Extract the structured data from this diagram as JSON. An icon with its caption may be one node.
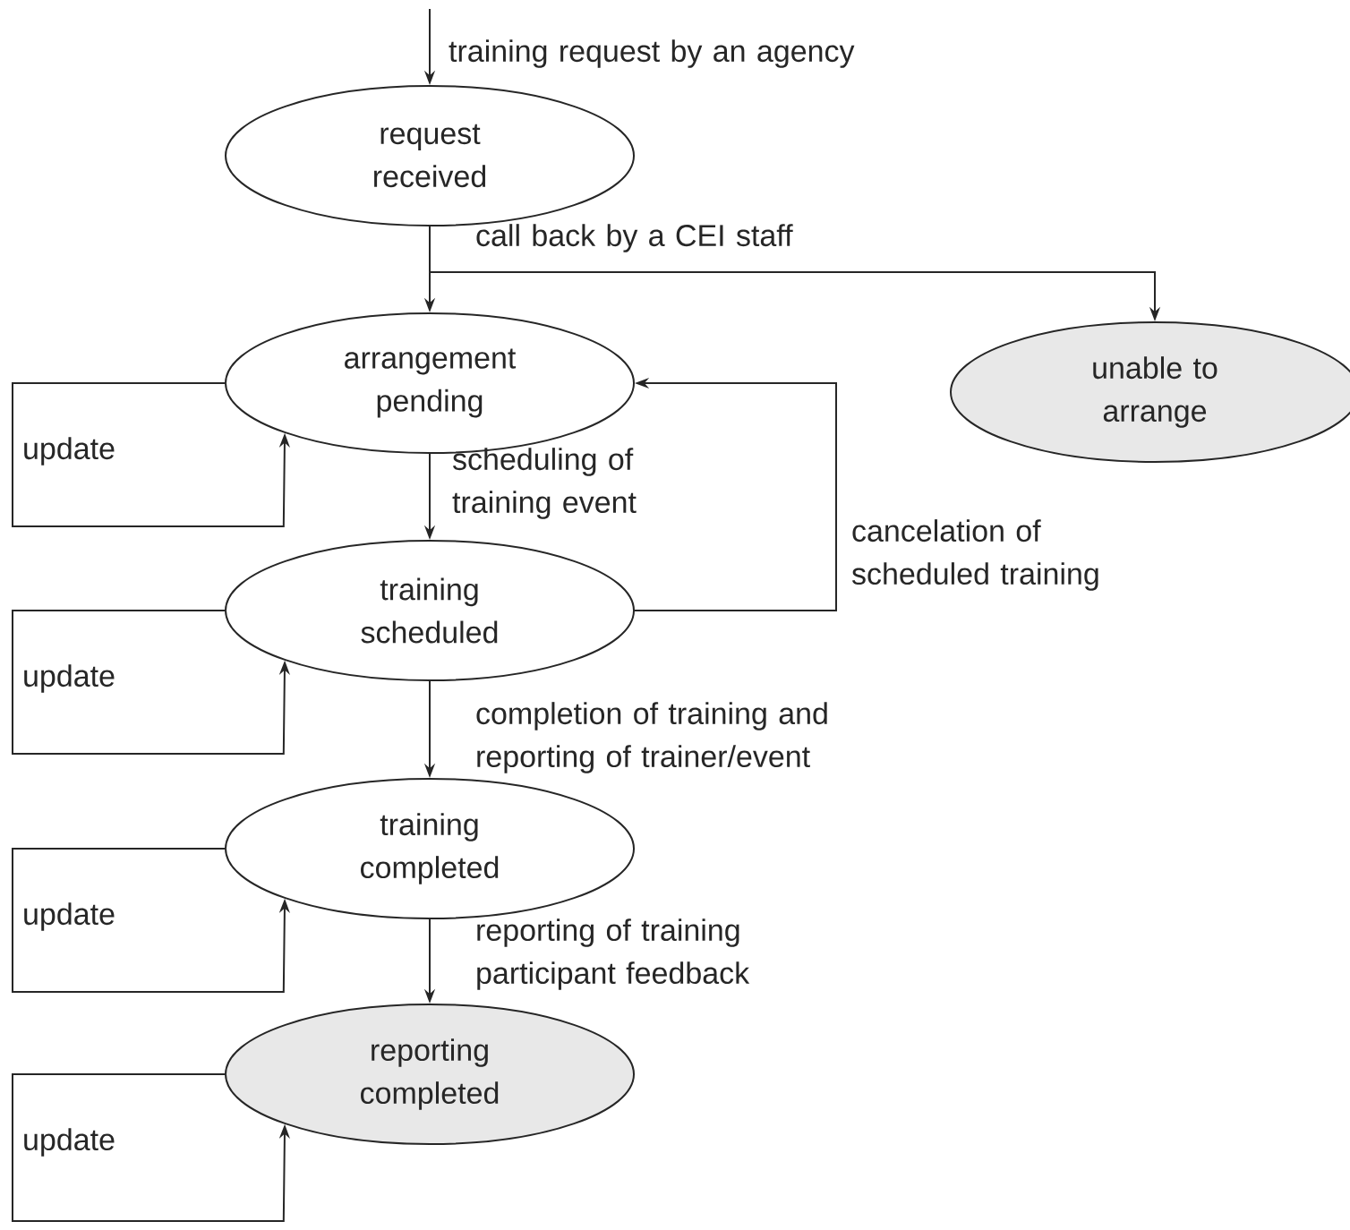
{
  "diagram": {
    "nodes": [
      {
        "text": [
          "request received"
        ]
      },
      {
        "text": [
          "arrangement pending"
        ]
      },
      {
        "text": [
          "unable to arrange"
        ]
      },
      {
        "text": [
          "training scheduled"
        ]
      },
      {
        "text": [
          "training completed"
        ]
      },
      {
        "text": [
          "reporting completed"
        ]
      }
    ],
    "edges": [
      {
        "from": null,
        "to": 0,
        "arrow": "to",
        "label": "training request by an agency"
      },
      {
        "from": 0,
        "to": 1,
        "arrow": "to"
      },
      {
        "from": 0,
        "to": 2,
        "arrow": "to",
        "label": "call back by a CEI staff"
      },
      {
        "from": 1,
        "to": 1,
        "arrow": "to",
        "label": "update"
      },
      {
        "from": 1,
        "to": 3,
        "arrow": "to",
        "label": "scheduling of training event"
      },
      {
        "from": 3,
        "to": 1,
        "arrow": "to",
        "label": "cancelation of scheduled training"
      },
      {
        "from": 3,
        "to": 3,
        "arrow": "to",
        "label": "update"
      },
      {
        "from": 3,
        "to": 4,
        "arrow": "to",
        "label": "completion of training and reporting of trainer/event"
      },
      {
        "from": 4,
        "to": 4,
        "arrow": "to",
        "label": "update"
      },
      {
        "from": 4,
        "to": 5,
        "arrow": "to",
        "label": "reporting of training participant feedback"
      },
      {
        "from": 5,
        "to": 5,
        "arrow": "to",
        "label": "update"
      }
    ]
  }
}
